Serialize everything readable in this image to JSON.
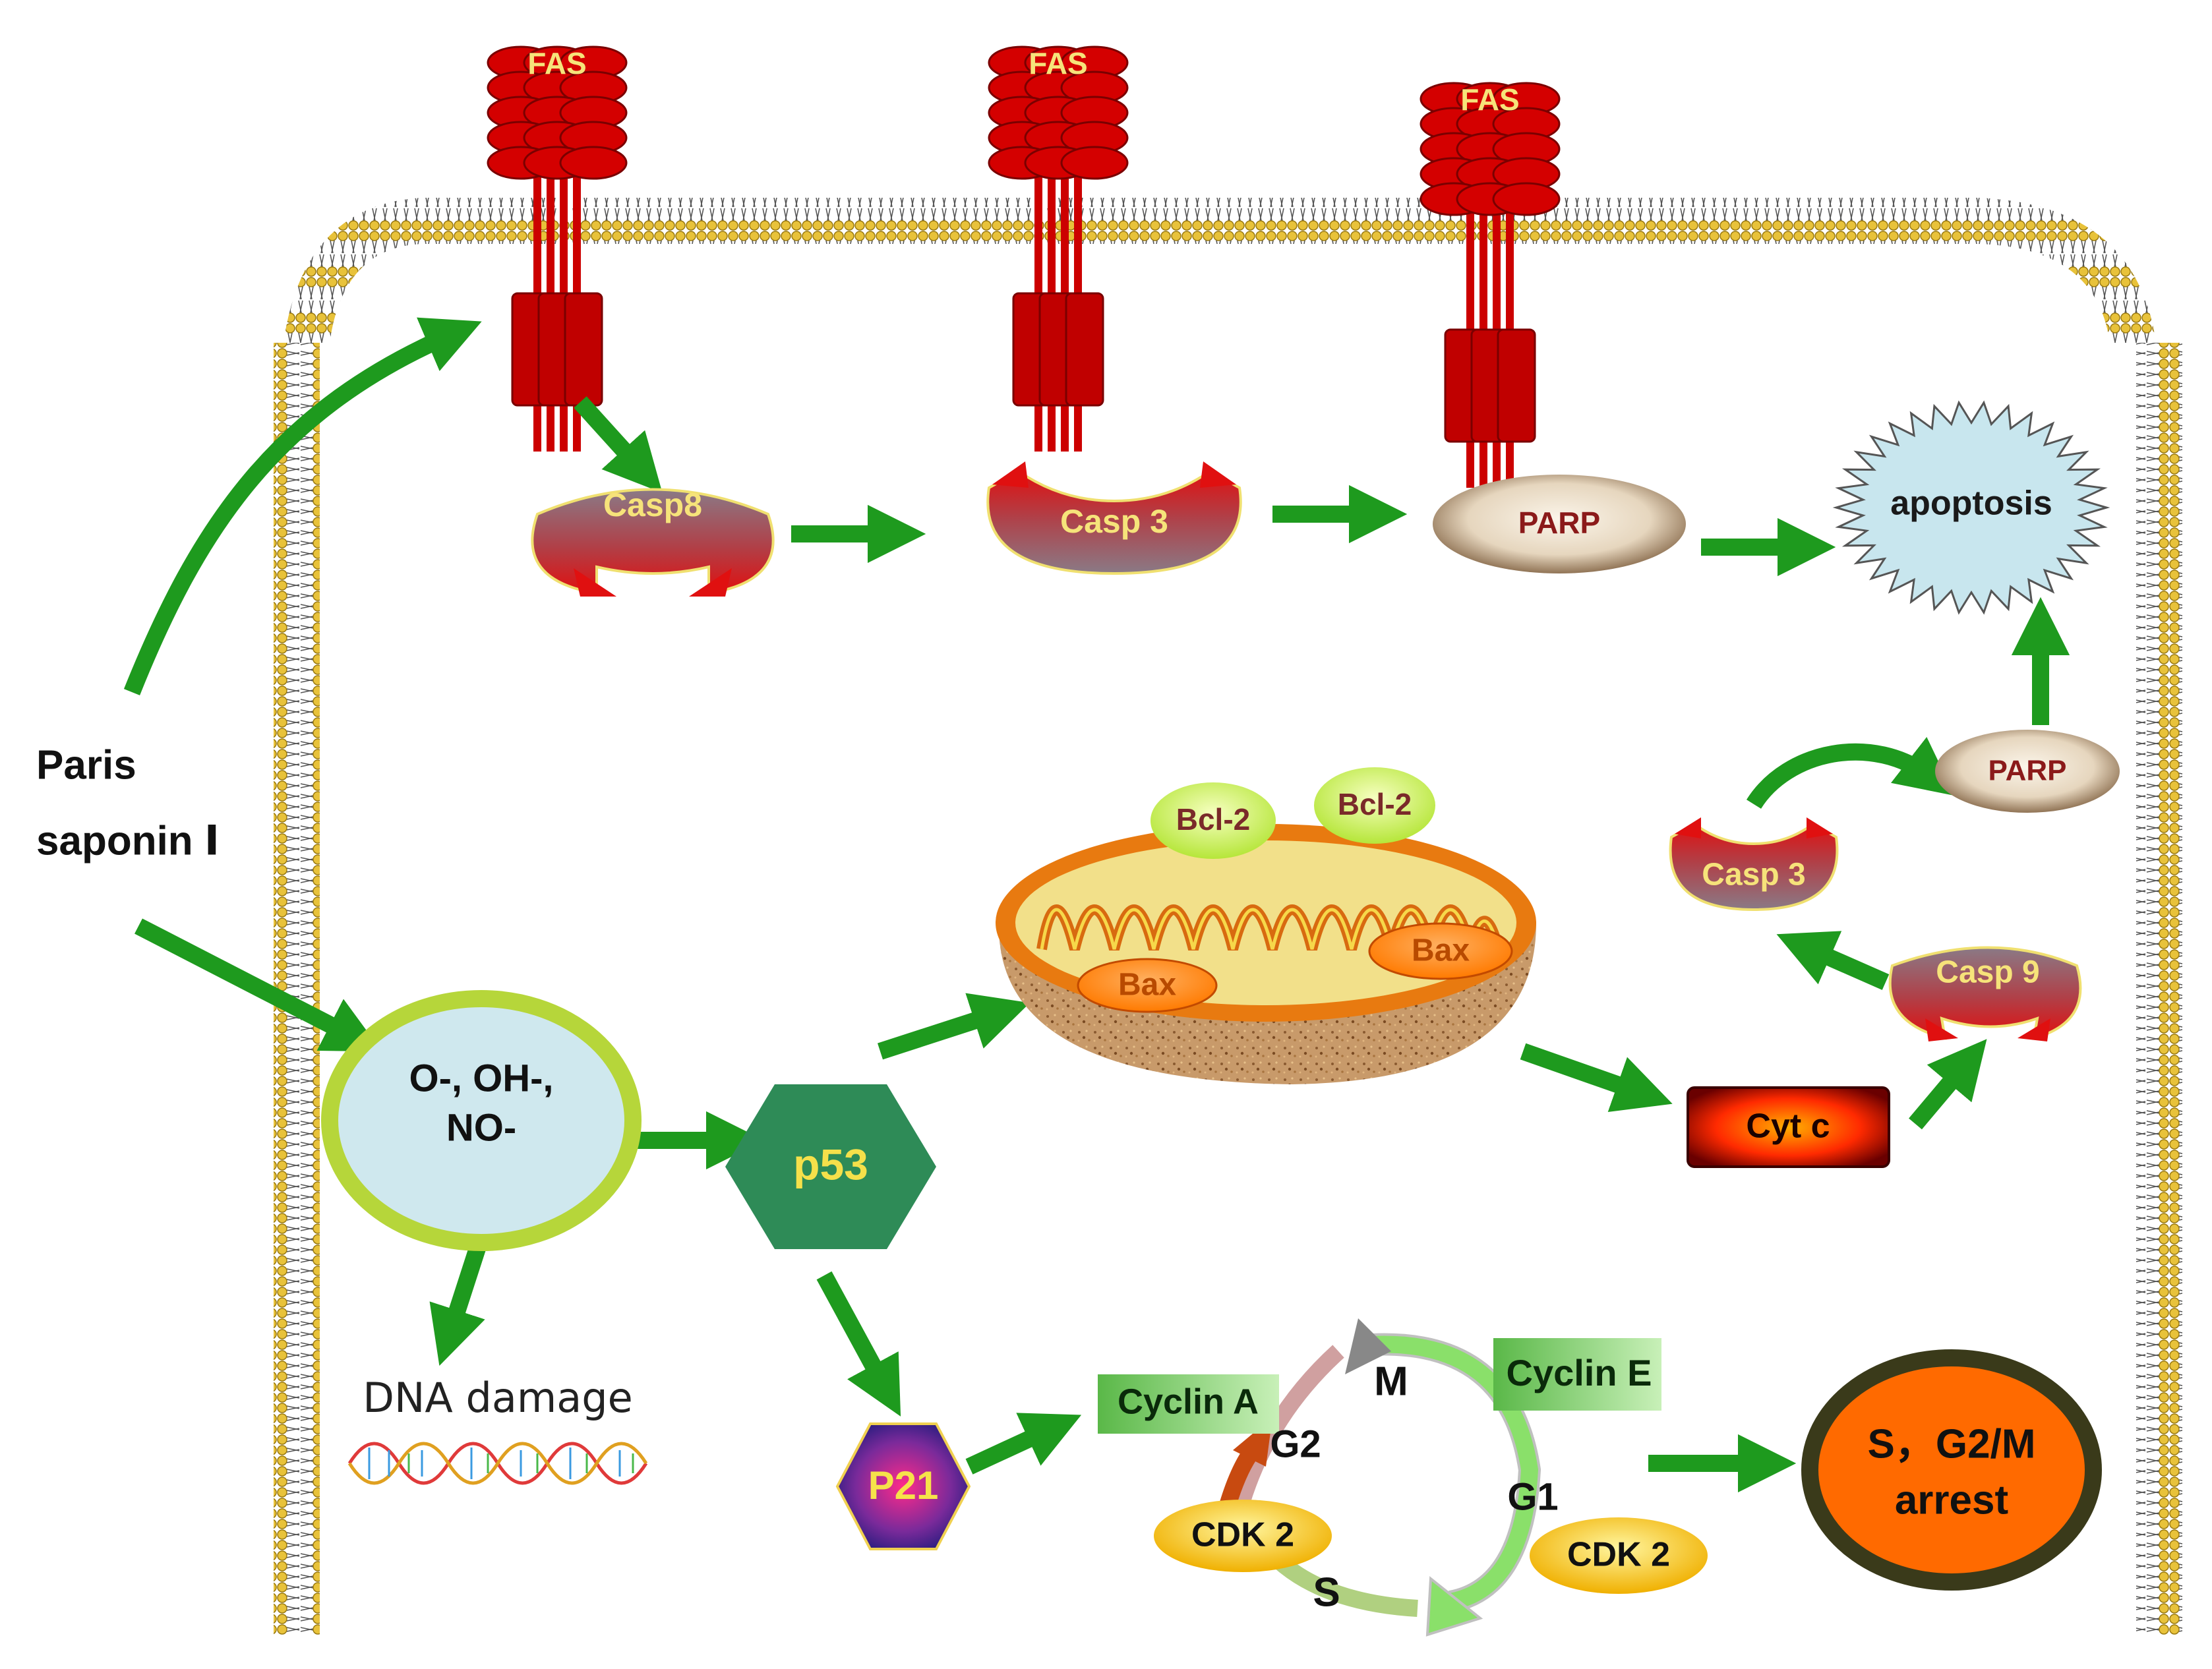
{
  "stimulus": {
    "line1": "Paris",
    "line2": "saponin Ⅰ"
  },
  "receptors": [
    {
      "label": "FAS"
    },
    {
      "label": "FAS"
    },
    {
      "label": "FAS"
    }
  ],
  "extrinsic": {
    "casp8": "Casp8",
    "casp3": "Casp 3",
    "parp": "PARP",
    "apoptosis": "apoptosis"
  },
  "ros": {
    "line1": "O-, OH-,",
    "line2": "NO-"
  },
  "p53": "p53",
  "p21": "P21",
  "dna_damage": "DNA damage",
  "mitochondrion": {
    "bcl2_left": "Bcl-2",
    "bcl2_right": "Bcl-2",
    "bax_left": "Bax",
    "bax_right": "Bax"
  },
  "intrinsic": {
    "cytc": "Cyt c",
    "casp9": "Casp 9",
    "casp3": "Casp 3",
    "parp": "PARP"
  },
  "cell_cycle": {
    "cyclin_a": "Cyclin A",
    "cyclin_e": "Cyclin E",
    "cdk2_left": "CDK 2",
    "cdk2_right": "CDK 2",
    "phase_m": "M",
    "phase_g1": "G1",
    "phase_s": "S",
    "phase_g2": "G2"
  },
  "arrest": {
    "line1": "S，G2/M",
    "line2": "arrest"
  },
  "colors": {
    "arrow": "#1e9a1e",
    "receptor": "#cc0000",
    "membrane": "#e8c23a",
    "hexagon_p53": "#2e8b57",
    "ros_fill": "#cfe8ee",
    "ros_ring": "#b6d63a",
    "arrest_fill": "#ff6a00",
    "apoptosis_fill": "#c8e6ee"
  }
}
